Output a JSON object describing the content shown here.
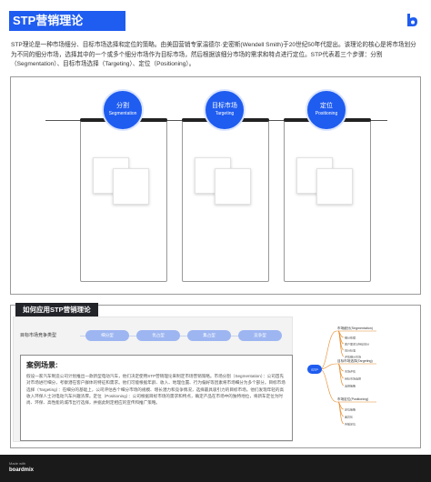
{
  "title": "STP营销理论",
  "intro": "STP理论是一种市场细分、目标市场选择和定位的策略。由美国营销专家温德尔·史密斯(Wendell Smith)于20世纪50年代提出。该理论的核心是将市场划分为不同的细分市场，选择其中的一个或多个细分市场作为目标市场，然后根据该细分市场的需求和特点进行定位。STP代表着三个步骤：分割（Segmentation）、目标市场选择（Targeting）、定位（Positioning）。",
  "steps": [
    {
      "cn": "分割",
      "en": "Segmentation"
    },
    {
      "cn": "目标市场",
      "en": "Targeting"
    },
    {
      "cn": "定位",
      "en": "Positioning"
    }
  ],
  "section2": {
    "title": "如何应用STP营销理论",
    "row_label": "目标市场竞争类型",
    "pills": [
      "细分型",
      "优占型",
      "集占型",
      "竞争型"
    ],
    "case_title": "案例场景:",
    "case_text": "假设一家汽车制造公司计划推出一款新型电动汽车，他们决定使用STP营销理论来制定市场营销策略。市场分割（Segmentation）：公司首先对市场进行细分，考察潜在客户群体的特征和需求。他们可能根据年龄、收入、地理位置、行为偏好等因素将市场细分为多个部分。目标市场选择（Targeting）：在细分的基础上，公司评估各个细分市场的规模、增长潜力和竞争情况，选择最具吸引力的目标市场。他们发现年轻的高收入环保人士对电动汽车兴趣浓厚。定位（Positioning）：公司根据目标市场的需求和特点，确定产品在市场中的独特地位，将新车定位为时尚、环保、高性能的城市出行选择，并据此制定相应的宣传和推广策略。"
  },
  "mindmap": {
    "root": "STP",
    "branches": [
      {
        "label": "市场细分(Segmentation)",
        "children": [
          "细分依据",
          "客户需求与特征划分",
          "划分标准",
          "评估细分市场"
        ]
      },
      {
        "label": "目标市场选择(Targeting)",
        "children": [
          "市场评估",
          "目标市场选择",
          "选择策略"
        ]
      },
      {
        "label": "市场定位(Positioning)",
        "children": [
          "定位策略",
          "差异化",
          "传播定位"
        ]
      }
    ]
  },
  "footer": {
    "made_with": "Made with",
    "brand": "boardmix"
  },
  "colors": {
    "primary": "#1f5cf0",
    "pill": "#9db6f2",
    "dark": "#23242a",
    "mindmap_accent": "#e58a2b"
  }
}
